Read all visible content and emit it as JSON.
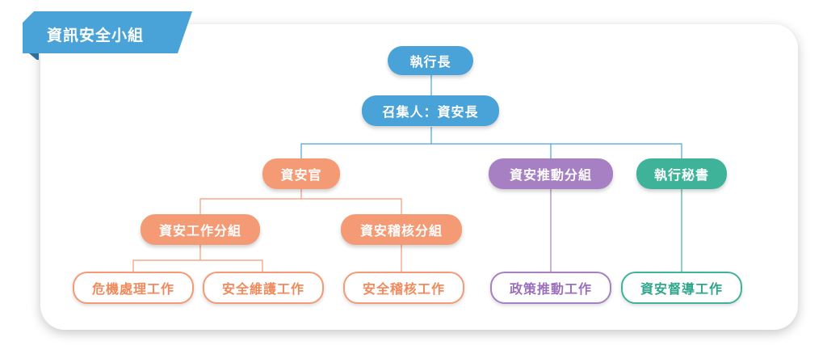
{
  "header": {
    "title": "資訊安全小組"
  },
  "colors": {
    "blue": "#4aa3d8",
    "blue_dark": "#2f6f98",
    "orange": "#f49a75",
    "purple": "#a680c3",
    "teal": "#3eb39a"
  },
  "org": {
    "ceo": "執行長",
    "convener": "召集人：資安長",
    "security_officer": "資安官",
    "promotion_group": "資安推動分組",
    "secretary": "執行秘書",
    "work_group": "資安工作分組",
    "audit_group": "資安稽核分組",
    "crisis_work": "危機處理工作",
    "maintenance_work": "安全維護工作",
    "audit_work": "安全稽核工作",
    "policy_work": "政策推動工作",
    "supervision_work": "資安督導工作"
  }
}
